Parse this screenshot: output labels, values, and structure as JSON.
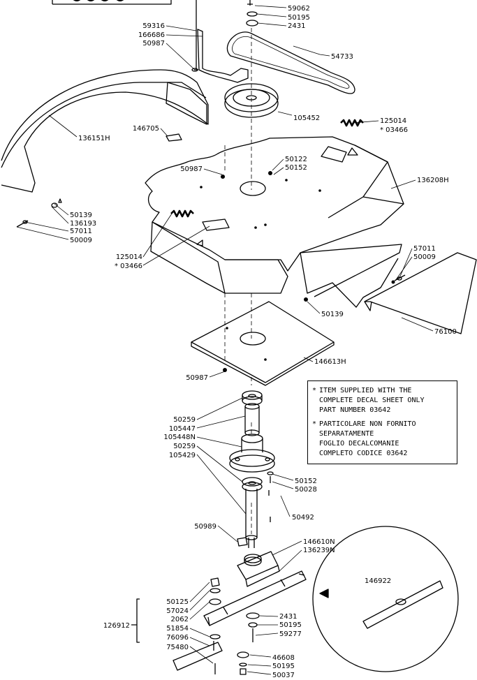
{
  "labels": [
    "59062",
    "50195",
    "2431",
    "59316",
    "166686",
    "50987",
    "54733",
    "105452",
    "146705",
    "136151H",
    "125014",
    "* 03466",
    "50122",
    "50152",
    "50987",
    "136208H",
    "50139",
    "136193",
    "57011",
    "50009",
    "125014",
    "* 03466",
    "57011",
    "50009",
    "50139",
    "76100",
    "146613H",
    "50987",
    "50259",
    "105447",
    "105448N",
    "50259",
    "105429",
    "50152",
    "50028",
    "50492",
    "50989",
    "146610N",
    "136239N",
    "146922",
    "50125",
    "57024",
    "2062",
    "126912",
    "51854",
    "76096",
    "75480",
    "2431",
    "50195",
    "59277",
    "46608",
    "50195",
    "50037"
  ],
  "note": {
    "items": [
      {
        "marker": "*",
        "lines": [
          "ITEM SUPPLIED WITH THE",
          "COMPLETE DECAL SHEET ONLY",
          "PART NUMBER 03642"
        ]
      },
      {
        "marker": "*",
        "lines": [
          "PARTICOLARE NON FORNITO",
          "SEPARATAMENTE",
          "FOGLIO DECALCOMANIE",
          "COMPLETO CODICE 03642"
        ]
      }
    ]
  }
}
